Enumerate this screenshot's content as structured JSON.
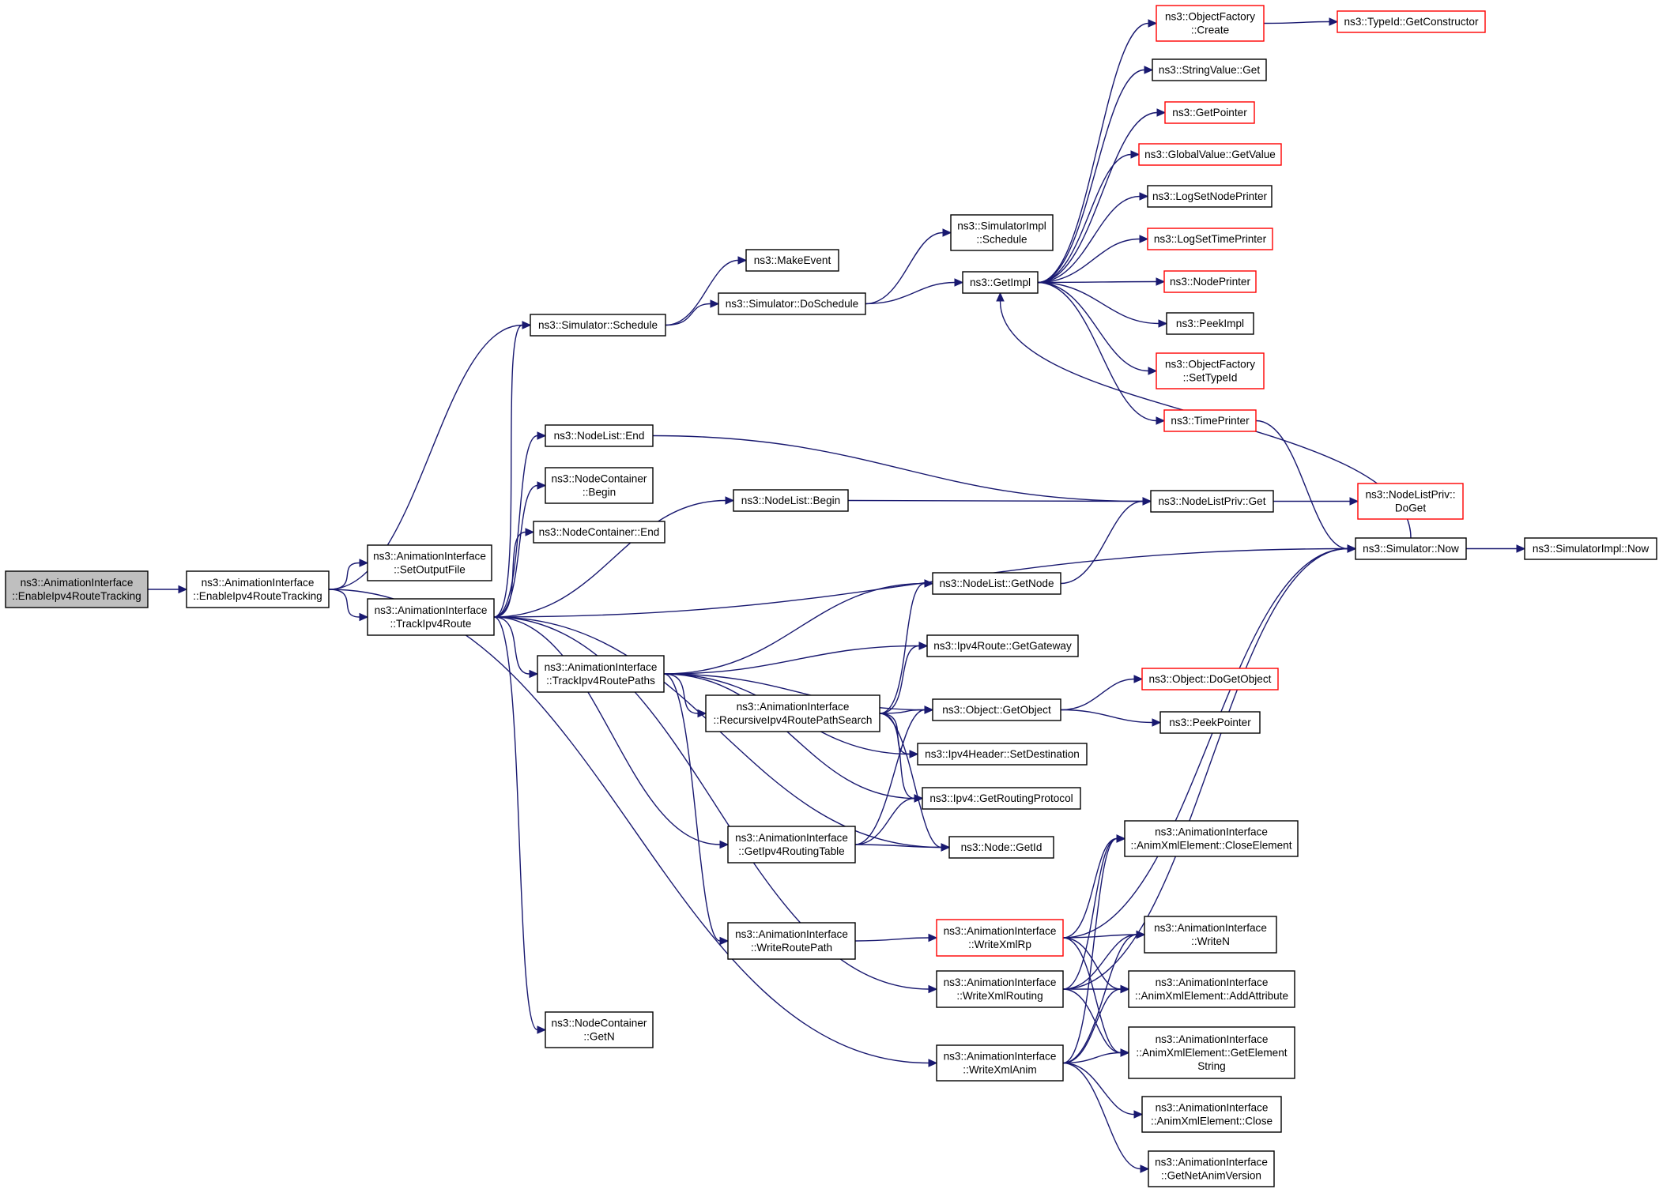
{
  "graph": {
    "type": "call-graph",
    "root": "enable_outer",
    "colors": {
      "edge": "#191970",
      "border": "#000000",
      "truncated_border": "#ff0000",
      "root_fill": "#bfbfbf",
      "fill": "#ffffff"
    },
    "nodes": [
      {
        "id": "enable_outer",
        "lines": [
          "ns3::AnimationInterface",
          "::EnableIpv4RouteTracking"
        ],
        "root": true
      },
      {
        "id": "enable_inner",
        "lines": [
          "ns3::AnimationInterface",
          "::EnableIpv4RouteTracking"
        ]
      },
      {
        "id": "schedule",
        "lines": [
          "ns3::Simulator::Schedule"
        ]
      },
      {
        "id": "setoutputfile",
        "lines": [
          "ns3::AnimationInterface",
          "::SetOutputFile"
        ]
      },
      {
        "id": "trackroute",
        "lines": [
          "ns3::AnimationInterface",
          "::TrackIpv4Route"
        ]
      },
      {
        "id": "writexmlanim",
        "lines": [
          "ns3::AnimationInterface",
          "::WriteXmlAnim"
        ]
      },
      {
        "id": "makeevent",
        "lines": [
          "ns3::MakeEvent"
        ]
      },
      {
        "id": "doschedule",
        "lines": [
          "ns3::Simulator::DoSchedule"
        ]
      },
      {
        "id": "simimpl_schedule",
        "lines": [
          "ns3::SimulatorImpl",
          "::Schedule"
        ]
      },
      {
        "id": "getimpl",
        "lines": [
          "ns3::GetImpl"
        ]
      },
      {
        "id": "of_create",
        "lines": [
          "ns3::ObjectFactory",
          "::Create"
        ],
        "truncated": true
      },
      {
        "id": "getconstructor",
        "lines": [
          "ns3::TypeId::GetConstructor"
        ],
        "truncated": true
      },
      {
        "id": "stringvalue_get",
        "lines": [
          "ns3::StringValue::Get"
        ]
      },
      {
        "id": "getpointer",
        "lines": [
          "ns3::GetPointer"
        ],
        "truncated": true
      },
      {
        "id": "globalvalue_getvalue",
        "lines": [
          "ns3::GlobalValue::GetValue"
        ],
        "truncated": true
      },
      {
        "id": "logsetnodeprinter",
        "lines": [
          "ns3::LogSetNodePrinter"
        ]
      },
      {
        "id": "logsettimeprinter",
        "lines": [
          "ns3::LogSetTimePrinter"
        ],
        "truncated": true
      },
      {
        "id": "nodeprinter",
        "lines": [
          "ns3::NodePrinter"
        ],
        "truncated": true
      },
      {
        "id": "peekimpl",
        "lines": [
          "ns3::PeekImpl"
        ]
      },
      {
        "id": "of_settypeid",
        "lines": [
          "ns3::ObjectFactory",
          "::SetTypeId"
        ],
        "truncated": true
      },
      {
        "id": "timeprinter",
        "lines": [
          "ns3::TimePrinter"
        ],
        "truncated": true
      },
      {
        "id": "nodelist_end",
        "lines": [
          "ns3::NodeList::End"
        ]
      },
      {
        "id": "nc_begin",
        "lines": [
          "ns3::NodeContainer",
          "::Begin"
        ]
      },
      {
        "id": "nc_end",
        "lines": [
          "ns3::NodeContainer::End"
        ]
      },
      {
        "id": "nodelist_begin",
        "lines": [
          "ns3::NodeList::Begin"
        ]
      },
      {
        "id": "nodelistpriv_get",
        "lines": [
          "ns3::NodeListPriv::Get"
        ]
      },
      {
        "id": "nodelistpriv_doget",
        "lines": [
          "ns3::NodeListPriv::",
          "DoGet"
        ],
        "truncated": true
      },
      {
        "id": "sim_now",
        "lines": [
          "ns3::Simulator::Now"
        ]
      },
      {
        "id": "simimpl_now",
        "lines": [
          "ns3::SimulatorImpl::Now"
        ]
      },
      {
        "id": "nodelist_getnode",
        "lines": [
          "ns3::NodeList::GetNode"
        ]
      },
      {
        "id": "trackroutepaths",
        "lines": [
          "ns3::AnimationInterface",
          "::TrackIpv4RoutePaths"
        ]
      },
      {
        "id": "ipv4route_getgateway",
        "lines": [
          "ns3::Ipv4Route::GetGateway"
        ]
      },
      {
        "id": "recursivesearch",
        "lines": [
          "ns3::AnimationInterface",
          "::RecursiveIpv4RoutePathSearch"
        ]
      },
      {
        "id": "object_getobject",
        "lines": [
          "ns3::Object::GetObject"
        ]
      },
      {
        "id": "object_dogetobject",
        "lines": [
          "ns3::Object::DoGetObject"
        ],
        "truncated": true
      },
      {
        "id": "peekpointer",
        "lines": [
          "ns3::PeekPointer"
        ]
      },
      {
        "id": "ipv4header_setdestination",
        "lines": [
          "ns3::Ipv4Header::SetDestination"
        ]
      },
      {
        "id": "ipv4_getroutingprotocol",
        "lines": [
          "ns3::Ipv4::GetRoutingProtocol"
        ]
      },
      {
        "id": "getipv4routingtable",
        "lines": [
          "ns3::AnimationInterface",
          "::GetIpv4RoutingTable"
        ]
      },
      {
        "id": "node_getid",
        "lines": [
          "ns3::Node::GetId"
        ]
      },
      {
        "id": "closeelement",
        "lines": [
          "ns3::AnimationInterface",
          "::AnimXmlElement::CloseElement"
        ]
      },
      {
        "id": "writeroutepath",
        "lines": [
          "ns3::AnimationInterface",
          "::WriteRoutePath"
        ]
      },
      {
        "id": "writexmlrp",
        "lines": [
          "ns3::AnimationInterface",
          "::WriteXmlRp"
        ],
        "truncated": true
      },
      {
        "id": "writen",
        "lines": [
          "ns3::AnimationInterface",
          "::WriteN"
        ]
      },
      {
        "id": "writexmlrouting",
        "lines": [
          "ns3::AnimationInterface",
          "::WriteXmlRouting"
        ]
      },
      {
        "id": "addattribute",
        "lines": [
          "ns3::AnimationInterface",
          "::AnimXmlElement::AddAttribute"
        ]
      },
      {
        "id": "nc_getn",
        "lines": [
          "ns3::NodeContainer",
          "::GetN"
        ]
      },
      {
        "id": "getelementstring",
        "lines": [
          "ns3::AnimationInterface",
          "::AnimXmlElement::GetElement",
          "String"
        ]
      },
      {
        "id": "animxml_close",
        "lines": [
          "ns3::AnimationInterface",
          "::AnimXmlElement::Close"
        ]
      },
      {
        "id": "getnetanimversion",
        "lines": [
          "ns3::AnimationInterface",
          "::GetNetAnimVersion"
        ]
      }
    ]
  }
}
